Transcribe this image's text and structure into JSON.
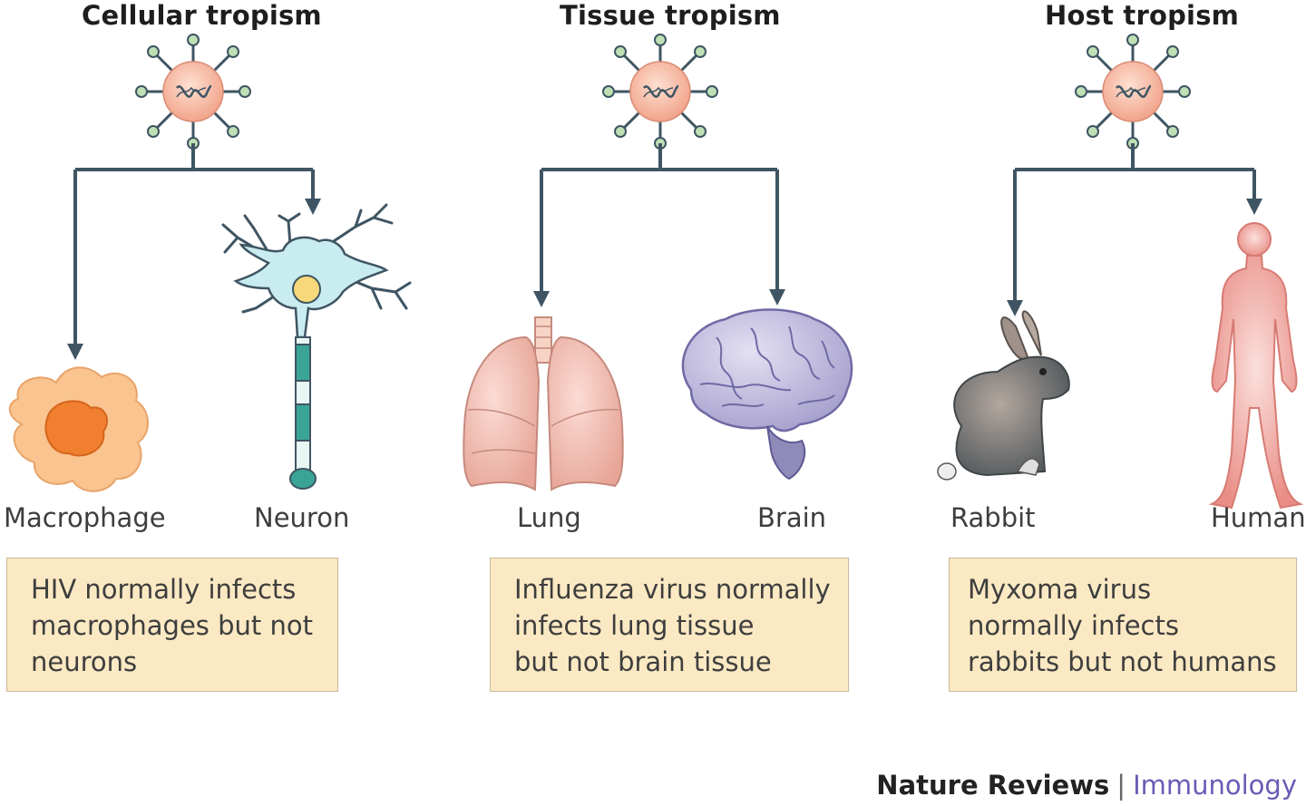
{
  "panels": [
    {
      "title": "Cellular tropism",
      "targets": [
        "Macrophage",
        "Neuron"
      ],
      "description": [
        "HIV normally infects",
        "macrophages but not",
        "neurons"
      ]
    },
    {
      "title": "Tissue tropism",
      "targets": [
        "Lung",
        "Brain"
      ],
      "description": [
        "Influenza virus normally",
        "infects lung tissue",
        "but not brain tissue"
      ]
    },
    {
      "title": "Host tropism",
      "targets": [
        "Rabbit",
        "Human"
      ],
      "description": [
        "Myxoma virus",
        "normally infects",
        "rabbits but not humans"
      ]
    }
  ],
  "footer": {
    "journal": "Nature Reviews",
    "separator": "|",
    "subject": "Immunology"
  },
  "colors": {
    "arrow": "#3f5563",
    "virus_fill": "#f4b39c",
    "spike_knob": "#bfe0b5",
    "macrophage": "#f9c48f",
    "neuron": "#c9ecf1",
    "neuron_axon": "#3aa597",
    "lung": "#efb0a6",
    "brain": "#b9b4d9",
    "rabbit": "#8a7b70",
    "human": "#efa7a0",
    "box_fill": "#fbe9c3",
    "footer_subject": "#6b5bb5"
  }
}
